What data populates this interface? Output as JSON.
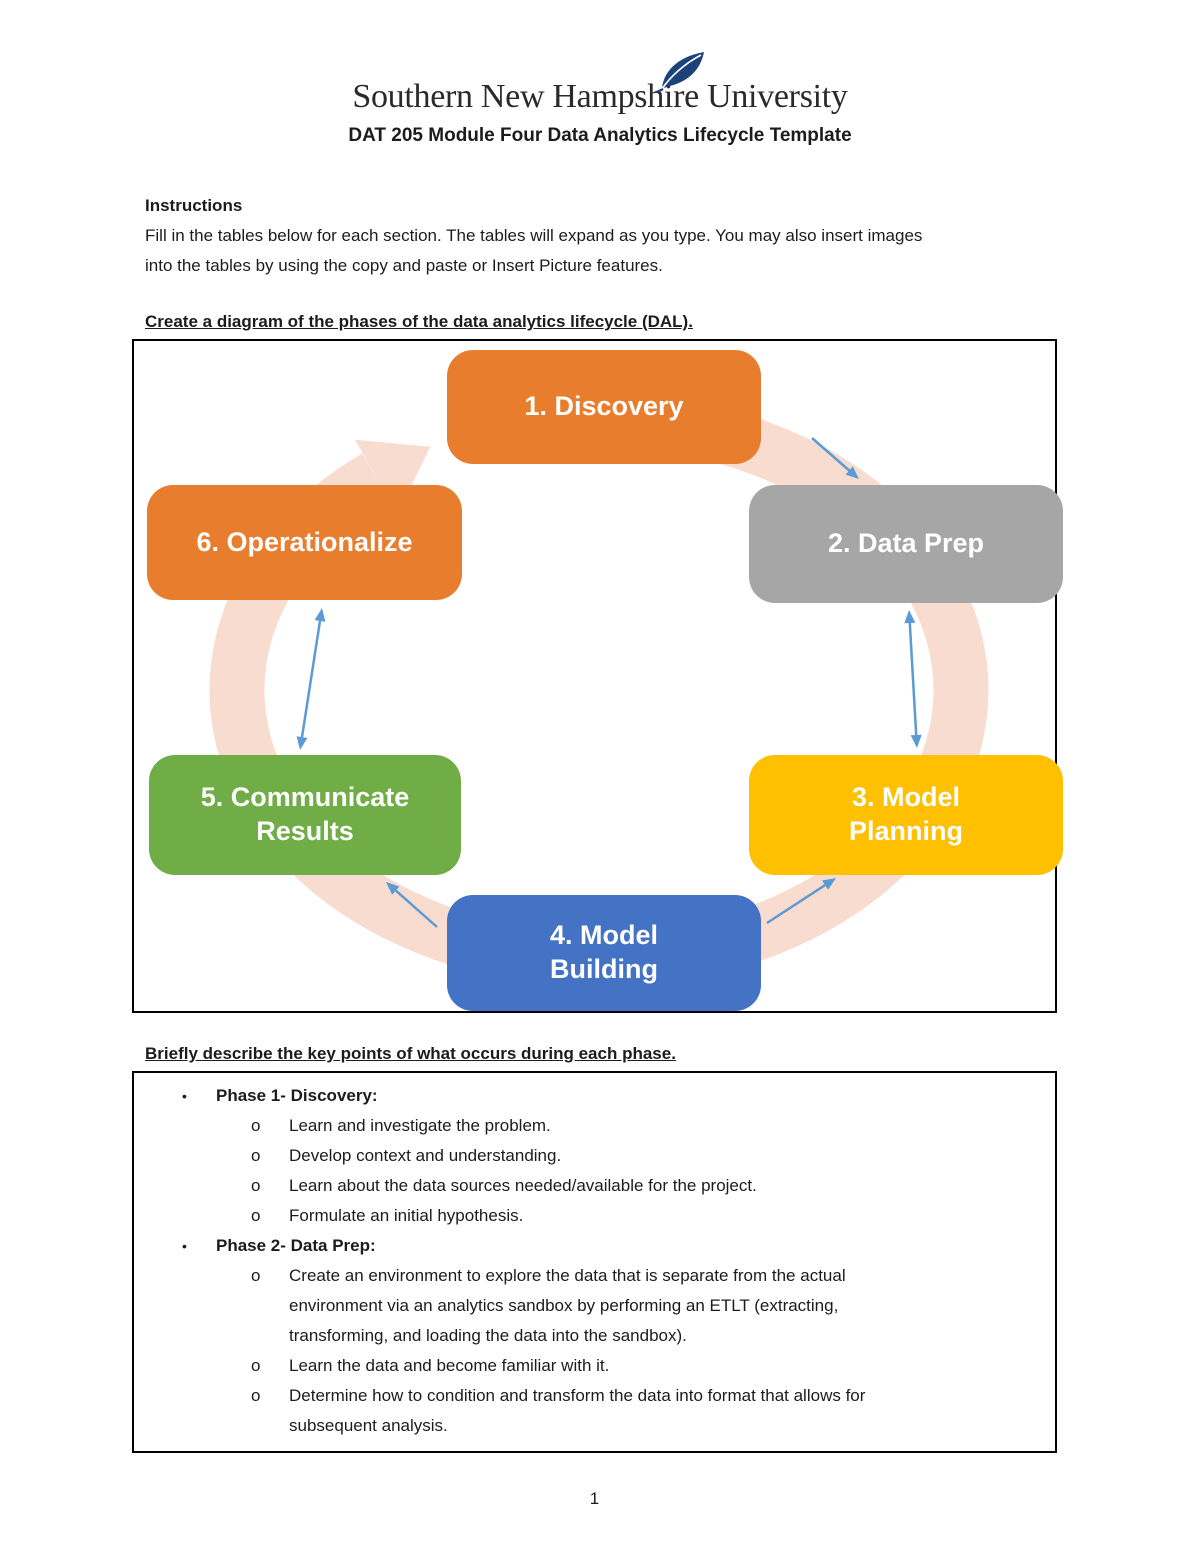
{
  "logo": {
    "institution_name": "Southern New Hampshire University",
    "leaf_icon": "leaf-icon",
    "leaf_color": "#1C4379"
  },
  "header": {
    "title": "DAT 205 Module Four Data Analytics Lifecycle Template"
  },
  "instructions": {
    "heading": "Instructions",
    "body": "Fill in the tables below for each section. The tables will expand as you type. You may also insert images\ninto the tables by using the copy and paste or Insert Picture features."
  },
  "diagram_section": {
    "heading": "Create a diagram of the phases of the data analytics lifecycle (DAL).",
    "ring_color": "#F8DCD0",
    "arrow_color": "#5B9BD5",
    "phases": [
      {
        "label": "1. Discovery",
        "color": "#E87D2E"
      },
      {
        "label": "2. Data Prep",
        "color": "#A6A6A6"
      },
      {
        "label": "3. Model\nPlanning",
        "color": "#FEC001"
      },
      {
        "label": "4. Model\nBuilding",
        "color": "#4472C4"
      },
      {
        "label": "5. Communicate\nResults",
        "color": "#70AD47"
      },
      {
        "label": "6. Operationalize",
        "color": "#E87D2E"
      }
    ]
  },
  "keypoints_section": {
    "heading": "Briefly describe the key points of what occurs during each phase.",
    "level1_marker": "•",
    "level2_marker": "o",
    "phases": [
      {
        "title": "Phase 1- Discovery:",
        "items": [
          "Learn and investigate the problem.",
          "Develop context and understanding.",
          "Learn about the data sources needed/available for the project.",
          "Formulate an initial hypothesis."
        ]
      },
      {
        "title": "Phase 2- Data Prep:",
        "items": [
          "Create an environment to explore the data that is separate from the actual\nenvironment via an analytics sandbox by performing an ETLT (extracting,\ntransforming, and loading the data into the sandbox).",
          "Learn the data and become familiar with it.",
          "Determine how to condition and transform the data into format that allows for\nsubsequent analysis."
        ]
      }
    ]
  },
  "footer": {
    "page_number": "1"
  }
}
